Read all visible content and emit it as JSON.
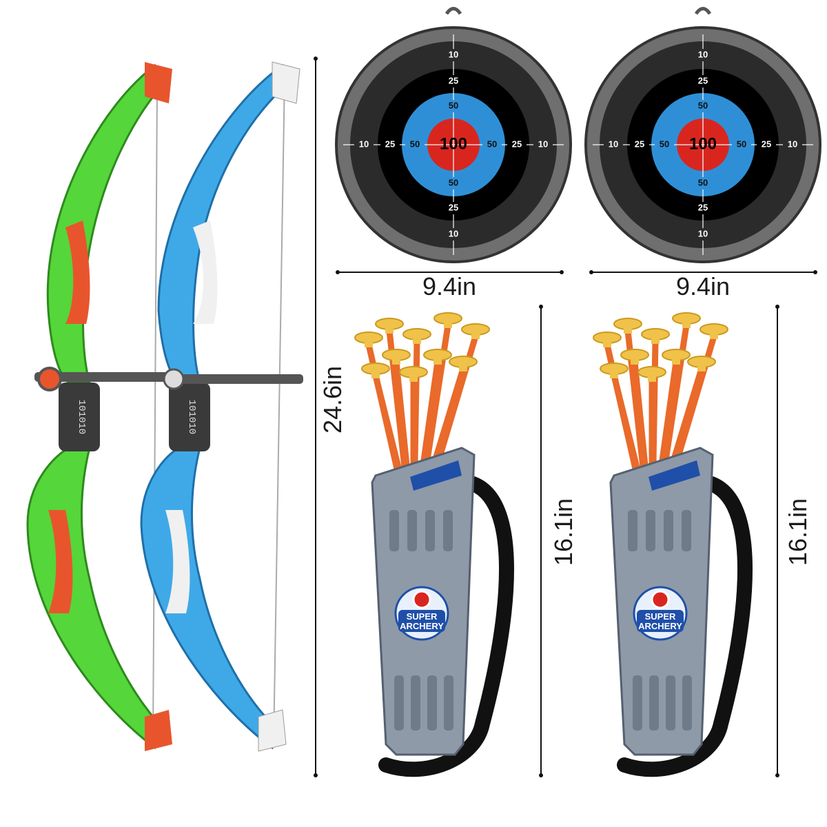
{
  "dimensions": {
    "target_width": "9.4in",
    "quiver_height": "16.1in",
    "bow_height": "24.6in"
  },
  "target": {
    "center_score": "100",
    "ring_scores": [
      "10",
      "25",
      "50"
    ]
  },
  "quiver": {
    "brand_line1": "SUPER",
    "brand_line2": "ARCHERY"
  },
  "bows": {
    "riser_marking": "101010"
  },
  "colors": {
    "green_limb": "#55d63a",
    "blue_limb": "#3fa9e8",
    "orange_accent": "#e8552c",
    "bullseye_red": "#d8261f",
    "target_blue": "#2f8fd6",
    "quiver_grey": "#8e9aa8",
    "arrow_orange": "#e96a2a",
    "suction_yellow": "#f0c24a"
  },
  "icons": [
    "bow-illustration",
    "target-illustration",
    "quiver-illustration",
    "arrow-illustration"
  ]
}
